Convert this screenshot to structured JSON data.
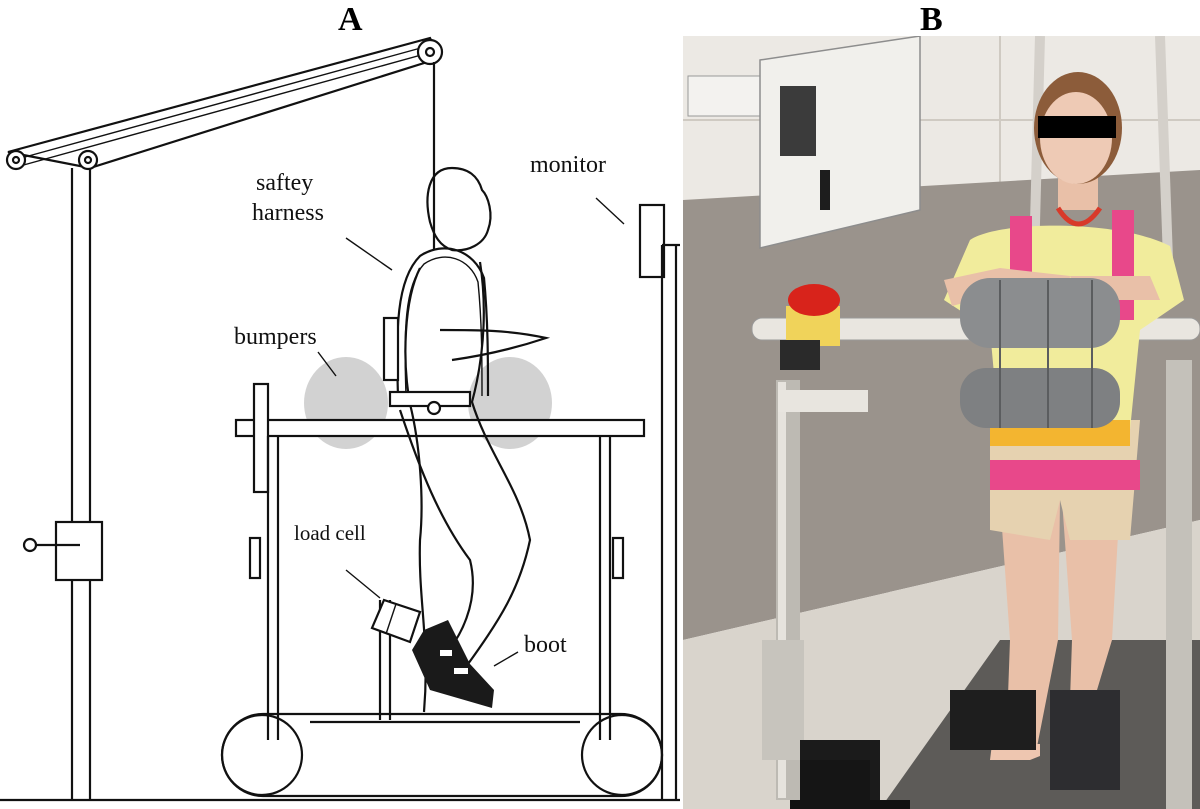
{
  "panels": {
    "left_letter": "A",
    "right_letter": "B"
  },
  "callouts": {
    "safety_line1": "saftey",
    "safety_line2": "harness",
    "monitor": "monitor",
    "bumpers": "bumpers",
    "load_cell": "load cell",
    "boot": "boot"
  },
  "colors": {
    "ink": "#111111",
    "bumper_fill": "#d2d2d2",
    "photo_wall": "#9a938c",
    "photo_floor": "#d9d4cc",
    "photo_ceiling": "#ece9e4",
    "shirt": "#f1ec9c",
    "harness_pink": "#e8488a",
    "emergency_red": "#d8231b"
  }
}
